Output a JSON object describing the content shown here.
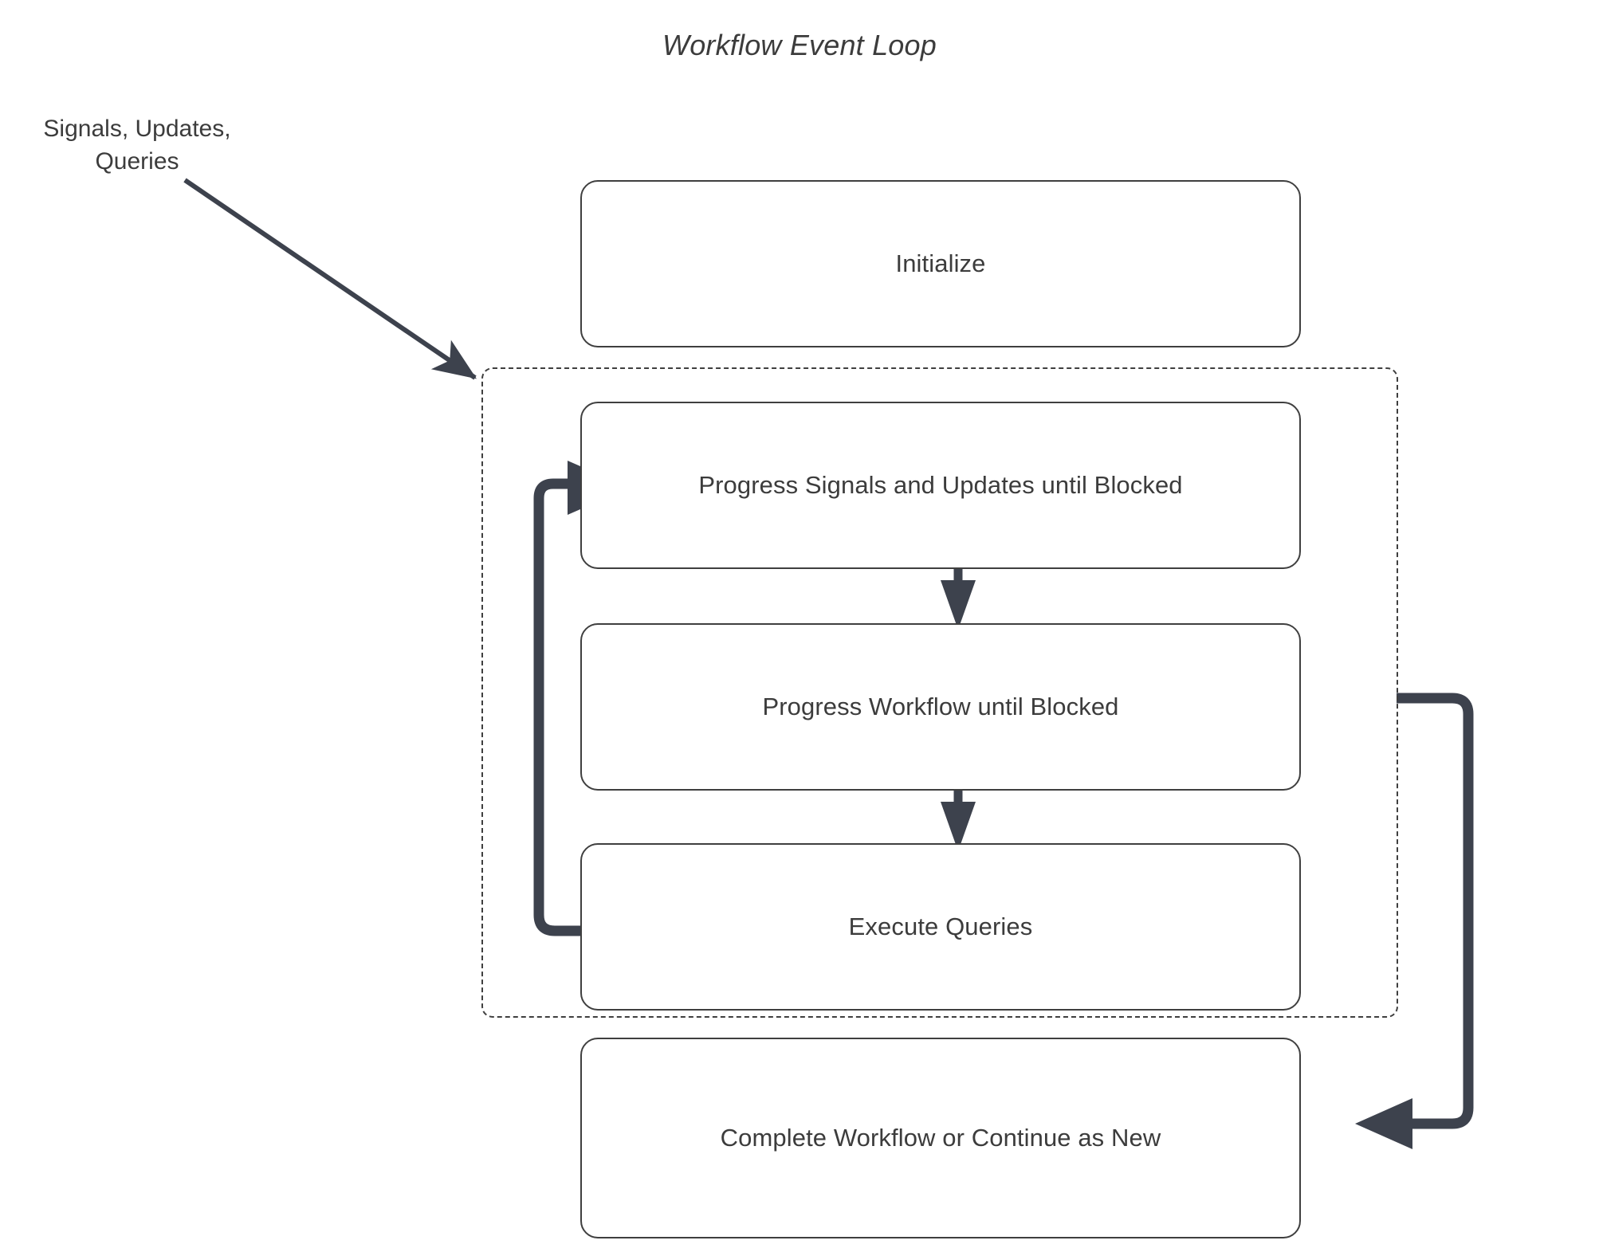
{
  "diagram": {
    "title": "Workflow Event Loop",
    "type": "flowchart",
    "colors": {
      "stroke": "#3f3f3f",
      "text": "#3c3c3c",
      "loop_arrow": "#3d424d",
      "background": "#ffffff"
    },
    "external_input": {
      "label_line1": "Signals, Updates,",
      "label_line2": "Queries",
      "arrow_name": "external-input-arrow"
    },
    "nodes": [
      {
        "id": "initialize",
        "label": "Initialize"
      },
      {
        "id": "progress-signals",
        "label": "Progress Signals and Updates until Blocked"
      },
      {
        "id": "progress-workflow",
        "label": "Progress Workflow until Blocked"
      },
      {
        "id": "execute-queries",
        "label": "Execute Queries"
      },
      {
        "id": "complete-workflow",
        "label": "Complete Workflow or Continue as New"
      }
    ],
    "loop_container": {
      "name": "event-loop-dashed-container",
      "style": "dashed"
    },
    "edges": [
      {
        "from": "progress-signals",
        "to": "progress-workflow",
        "style": "solid-arrow-down"
      },
      {
        "from": "progress-workflow",
        "to": "execute-queries",
        "style": "solid-arrow-down"
      },
      {
        "from": "execute-queries",
        "to": "progress-signals",
        "style": "loop-back-left"
      },
      {
        "from": "loop_container",
        "to": "complete-workflow",
        "style": "loop-exit-right"
      }
    ]
  }
}
